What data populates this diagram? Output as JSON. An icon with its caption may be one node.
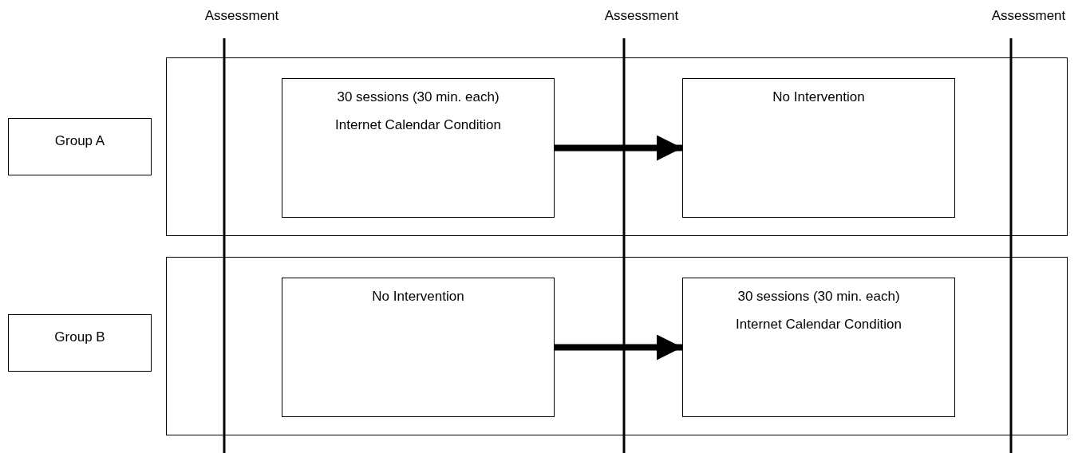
{
  "diagram": {
    "nodes": [
      {
        "text": [
          "Group A"
        ]
      },
      {
        "text": [],
        "shape": "box"
      },
      {
        "text": [
          "30 sessions (30 min. each)",
          "Internet Calendar Condition"
        ],
        "in": 1
      },
      {
        "text": [
          "No Intervention"
        ],
        "in": 1
      },
      {
        "text": [
          "Group B"
        ]
      },
      {
        "text": [],
        "shape": "box"
      },
      {
        "text": [
          "No Intervention"
        ],
        "in": 5
      },
      {
        "text": [
          "30 sessions (30 min. each)",
          "Internet Calendar Condition"
        ],
        "in": 5
      }
    ],
    "edges": [
      {
        "from": 2,
        "to": 3,
        "arrow": "to"
      },
      {
        "from": 6,
        "to": 7,
        "arrow": "to"
      }
    ],
    "labels": [
      "Assessment",
      "Assessment",
      "Assessment"
    ]
  }
}
